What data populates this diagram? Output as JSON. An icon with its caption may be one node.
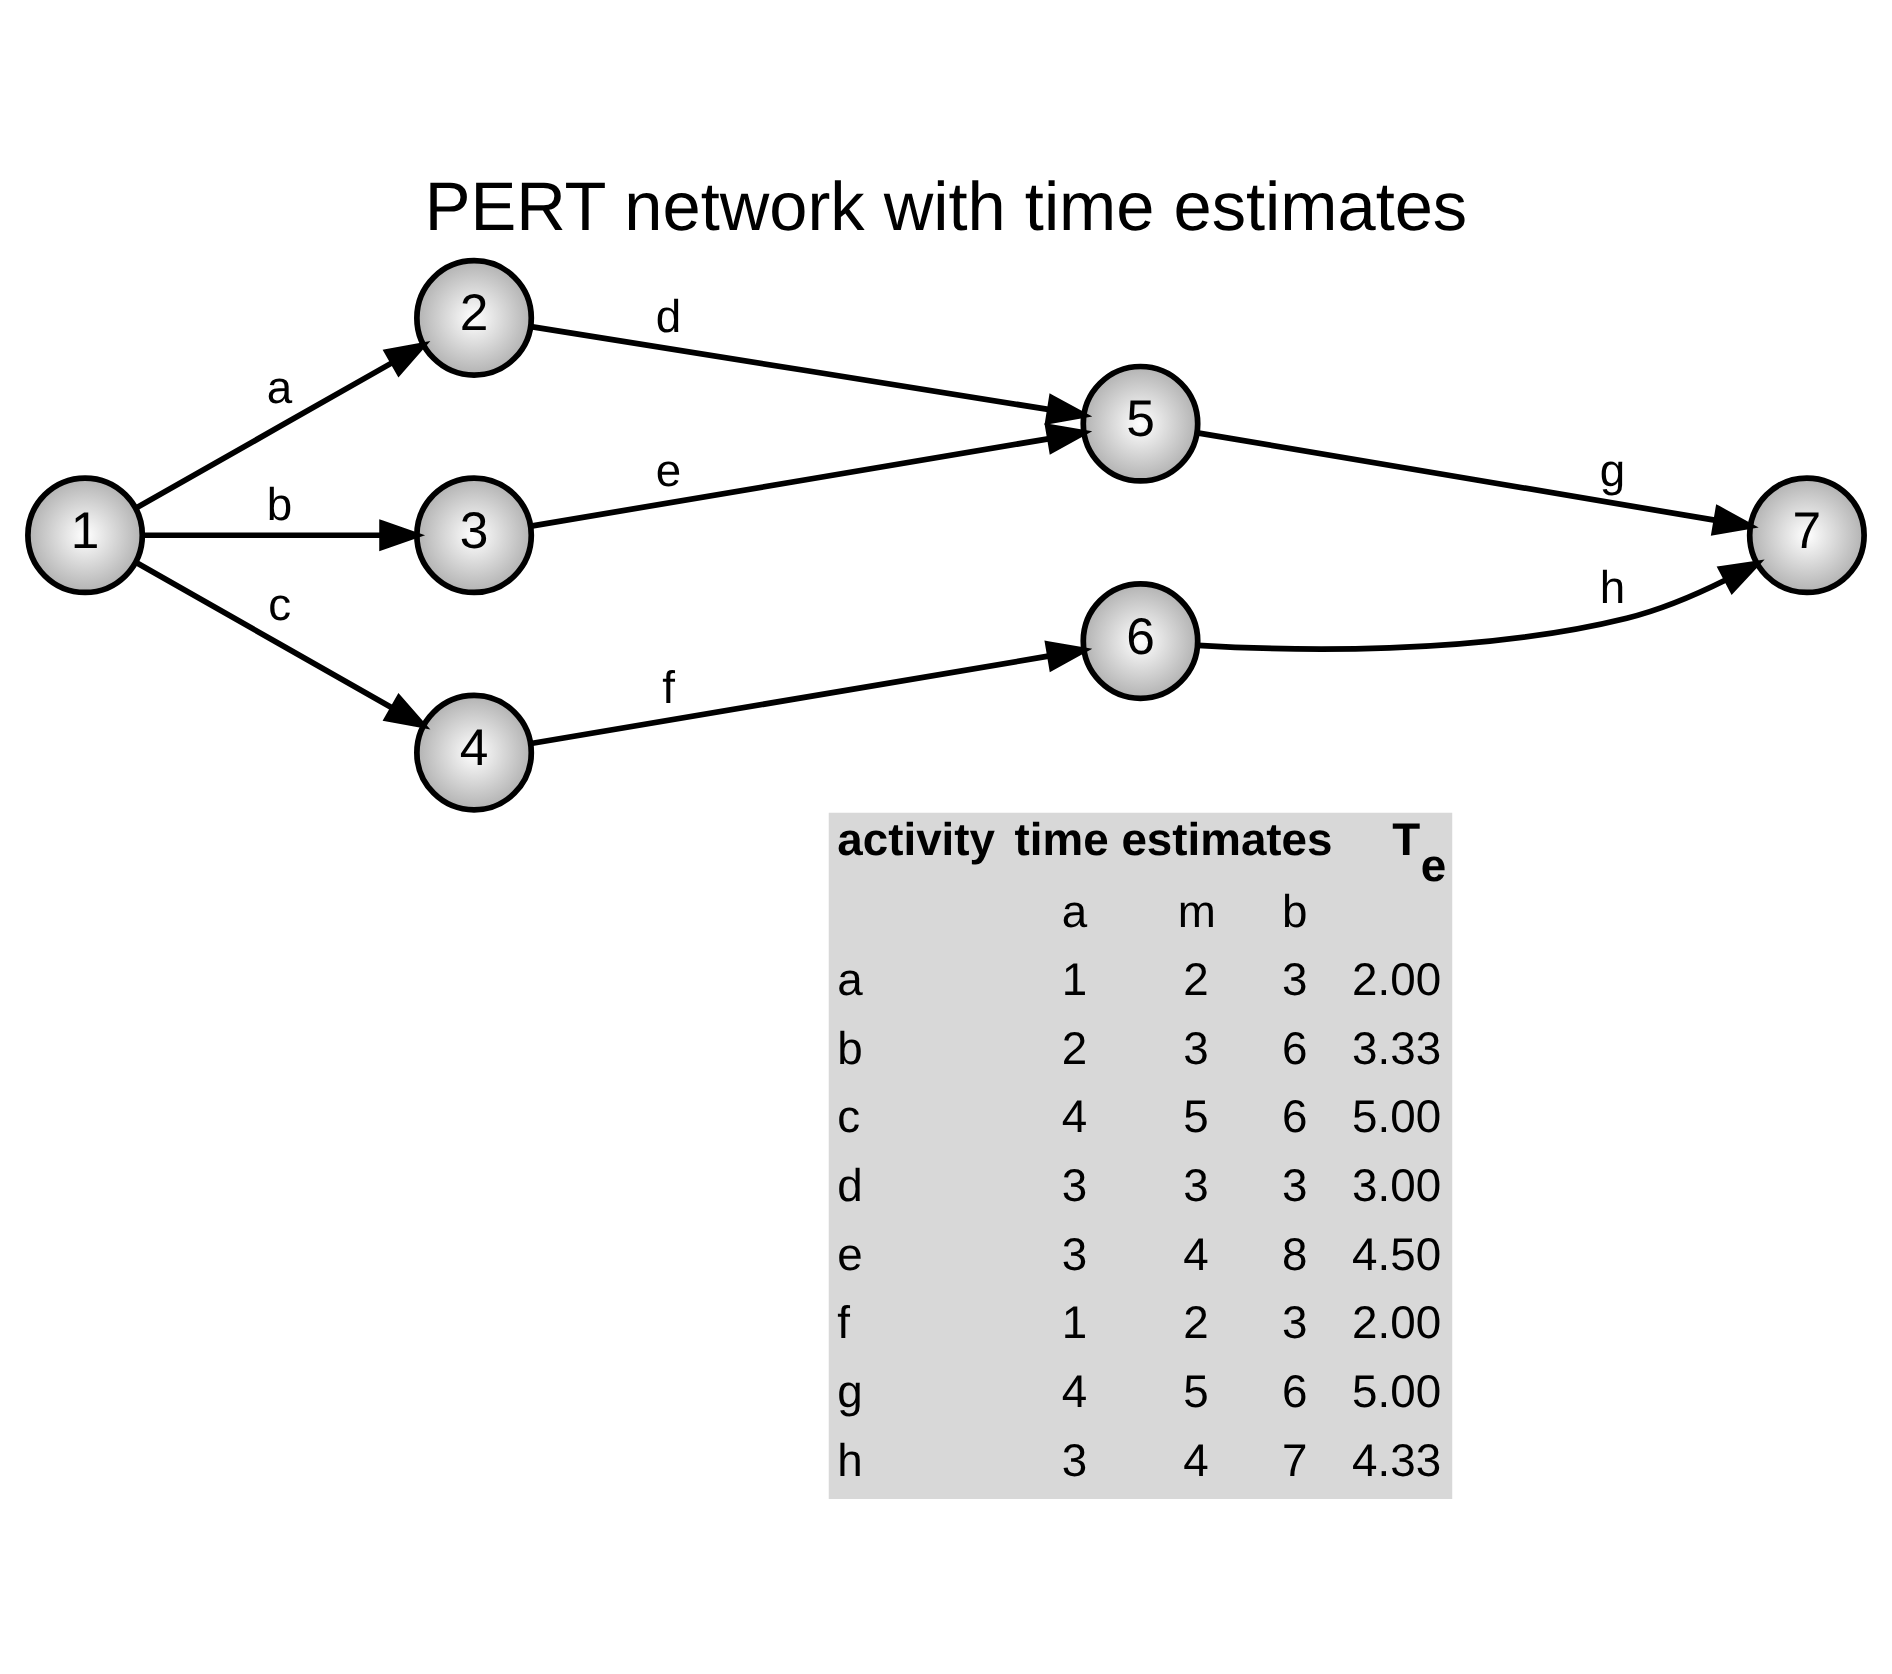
{
  "diagram": {
    "title": "PERT network with time estimates",
    "nodes": [
      {
        "text": [
          "1"
        ]
      },
      {
        "text": [
          "2"
        ]
      },
      {
        "text": [
          "3"
        ]
      },
      {
        "text": [
          "4"
        ]
      },
      {
        "text": [
          "5"
        ]
      },
      {
        "text": [
          "6"
        ]
      },
      {
        "text": [
          "7"
        ]
      }
    ],
    "edges": [
      {
        "from": 0,
        "to": 1,
        "arrow": "to",
        "label": "a"
      },
      {
        "from": 0,
        "to": 2,
        "arrow": "to",
        "label": "b"
      },
      {
        "from": 0,
        "to": 3,
        "arrow": "to",
        "label": "c"
      },
      {
        "from": 1,
        "to": 4,
        "arrow": "to",
        "label": "d"
      },
      {
        "from": 2,
        "to": 4,
        "arrow": "to",
        "label": "e"
      },
      {
        "from": 3,
        "to": 5,
        "arrow": "to",
        "label": "f"
      },
      {
        "from": 4,
        "to": 6,
        "arrow": "to",
        "label": "g"
      },
      {
        "from": 5,
        "to": 6,
        "arrow": "to",
        "label": "h"
      }
    ],
    "labels": [
      "activity",
      "time estimates",
      "T$_{e}$",
      "a",
      "m",
      "b",
      "a",
      "1",
      "2",
      "3",
      "2.00",
      "b",
      "2",
      "3",
      "6",
      "3.33",
      "c",
      "4",
      "5",
      "6",
      "5.00",
      "d",
      "3",
      "3",
      "3",
      "3.00",
      "e",
      "3",
      "4",
      "8",
      "4.50",
      "f",
      "1",
      "2",
      "3",
      "2.00",
      "g",
      "4",
      "5",
      "6",
      "5.00",
      "h",
      "3",
      "4",
      "7",
      "4.33"
    ]
  }
}
